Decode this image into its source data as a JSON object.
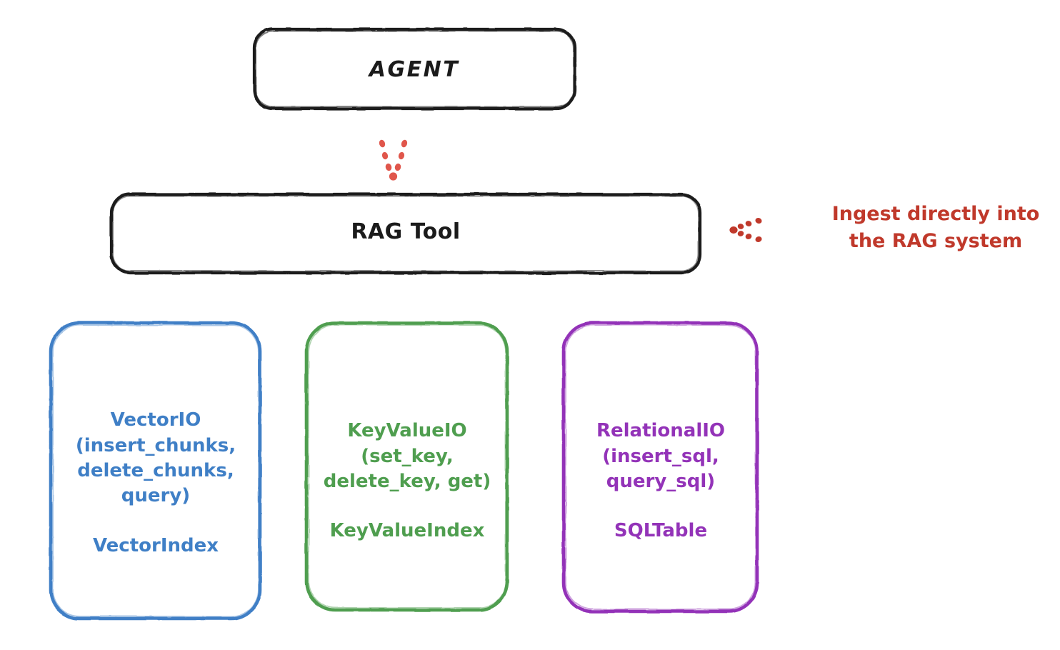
{
  "diagram": {
    "title_node": "AGENT",
    "colors": {
      "ink": "#1b1b1b",
      "accent_red": "#c0392b",
      "vector_blue": "#3f7fc6",
      "keyvalue_green": "#4f9e4f",
      "relational_purple": "#9333b8",
      "background": "#ffffff"
    },
    "nodes": {
      "agent": {
        "label": "AGENT"
      },
      "rag_tool": {
        "label": "RAG Tool"
      },
      "vector_io": {
        "api": "VectorIO\n(insert_chunks,\ndelete_chunks,\nquery)",
        "index": "VectorIndex"
      },
      "key_value_io": {
        "api": "KeyValueIO\n(set_key,\ndelete_key, get)",
        "index": "KeyValueIndex"
      },
      "relational_io": {
        "api": "RelationalIO\n(insert_sql,\nquery_sql)",
        "index": "SQLTable"
      }
    },
    "annotations": {
      "ingest": "Ingest directly into\nthe RAG system"
    },
    "edges": [
      {
        "from": "agent",
        "to": "rag_tool",
        "style": "dotted",
        "direction": "down",
        "color": "#e0564b"
      },
      {
        "from": "ingest-annotation",
        "to": "rag_tool",
        "style": "dotted",
        "direction": "left",
        "color": "#c0392b"
      }
    ]
  }
}
